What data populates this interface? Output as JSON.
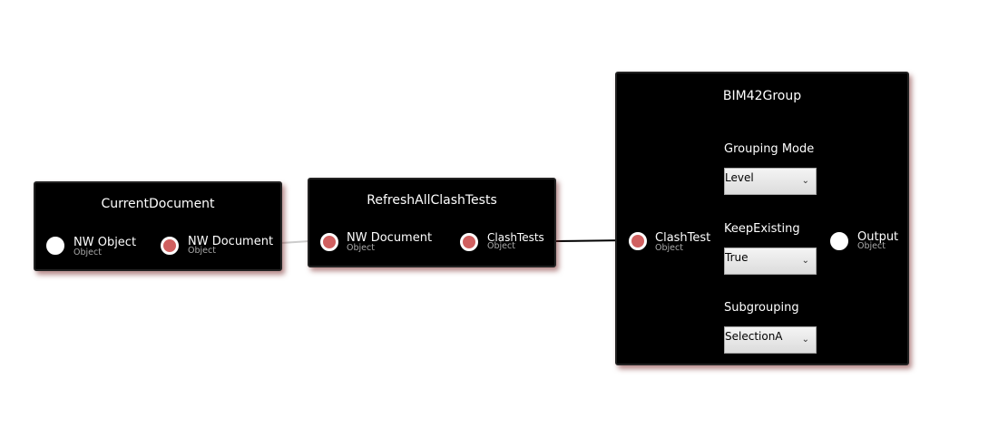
{
  "nodes": {
    "current_document": {
      "title": "CurrentDocument",
      "ports": [
        {
          "label": "NW Object",
          "type": "Object"
        },
        {
          "label": "NW Document",
          "type": "Object"
        }
      ]
    },
    "refresh_all_clash_tests": {
      "title": "RefreshAllClashTests",
      "ports": [
        {
          "label": "NW Document",
          "type": "Object"
        },
        {
          "label": "ClashTests",
          "type": "Object"
        }
      ]
    },
    "bim42group": {
      "title": "BIM42Group",
      "input": {
        "label": "ClashTest",
        "type": "Object"
      },
      "output": {
        "label": "Output",
        "type": "Object"
      },
      "fields": [
        {
          "label": "Grouping Mode",
          "value": "Level"
        },
        {
          "label": "KeepExisting",
          "value": "True"
        },
        {
          "label": "Subgrouping",
          "value": "SelectionA"
        }
      ]
    }
  },
  "colors": {
    "connected_port": "#d06060",
    "free_port": "#ffffff",
    "node_bg": "#000000"
  }
}
